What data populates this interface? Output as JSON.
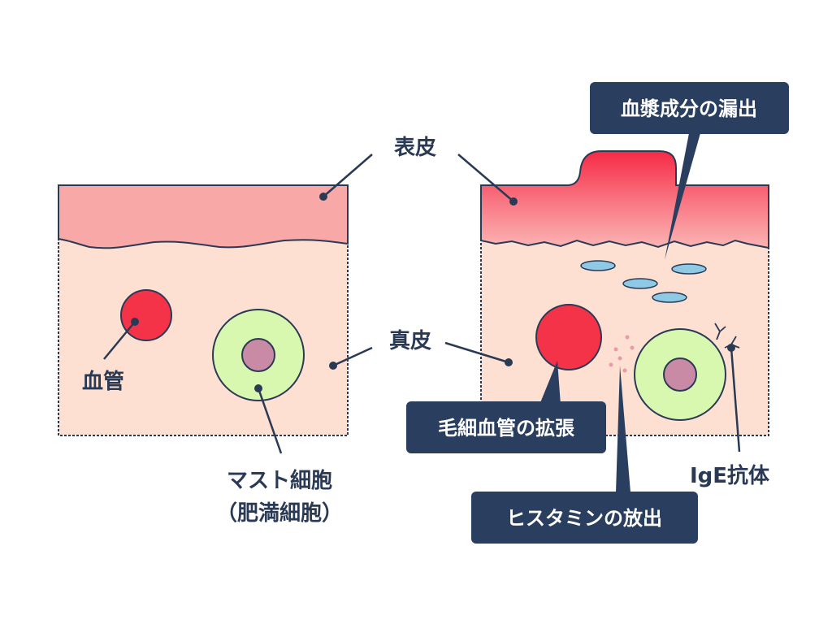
{
  "labels": {
    "epidermis": "表皮",
    "dermis": "真皮",
    "blood_vessel": "血管",
    "mast_cell_line1": "マスト細胞",
    "mast_cell_line2": "（肥満細胞）",
    "ige_antibody": "IgE抗体"
  },
  "callouts": {
    "plasma_leak": "血漿成分の漏出",
    "capillary_dilation": "毛細血管の拡張",
    "histamine_release": "ヒスタミンの放出"
  },
  "colors": {
    "epidermis": "#f9a8a8",
    "dermis": "#fde0d2",
    "vessel": "#f53348",
    "mast_cell_outer": "#d8f8b0",
    "mast_cell_nucleus": "#c98aa6",
    "callout_box": "#2a3f5f",
    "line": "#2a3a55",
    "plasma": "#8ecae6"
  }
}
